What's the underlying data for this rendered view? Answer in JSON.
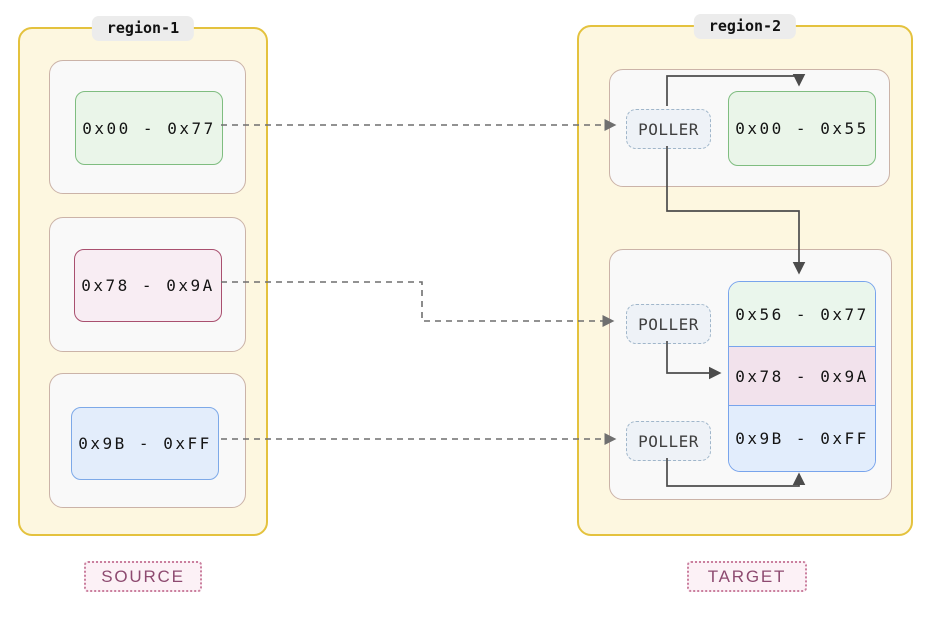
{
  "source": {
    "title": "region-1",
    "caption": "SOURCE",
    "blocks": [
      {
        "label": "0x00 - 0x77",
        "color": "green"
      },
      {
        "label": "0x78 - 0x9A",
        "color": "pink"
      },
      {
        "label": "0x9B - 0xFF",
        "color": "blue"
      }
    ]
  },
  "target": {
    "title": "region-2",
    "caption": "TARGET",
    "pollers": [
      {
        "label": "POLLER"
      },
      {
        "label": "POLLER"
      },
      {
        "label": "POLLER"
      }
    ],
    "top_block": {
      "label": "0x00 - 0x55",
      "color": "green"
    },
    "stacked": [
      {
        "label": "0x56 - 0x77",
        "color": "green"
      },
      {
        "label": "0x78 - 0x9A",
        "color": "pink"
      },
      {
        "label": "0x9B - 0xFF",
        "color": "blue"
      }
    ]
  },
  "edges": {
    "dashed": [
      "source 0x00-0x77 -> poller-1",
      "source 0x78-0x9A -> poller-2",
      "source 0x9B-0xFF -> poller-3"
    ],
    "solid": [
      "poller-1 -> 0x00-0x55",
      "poller-1 -> 0x56-0x77",
      "poller-2 -> 0x78-0x9A",
      "poller-3 -> 0x9B-0xFF"
    ]
  },
  "colors": {
    "region_fill": "#fdf7e0",
    "region_border": "#e4c23e",
    "group_fill": "#f9f9f9",
    "group_border": "#cbb3a8",
    "green_fill": "#eaf5e9",
    "green_border": "#7fbd80",
    "pink_fill": "#f8edf3",
    "pink_border": "#a9506f",
    "blue_fill": "#e3edfb",
    "blue_border": "#7da9e8",
    "stacked_border": "#78a4ec",
    "poller_fill": "#eef2f7",
    "poller_border": "#a0b6ca",
    "caption_fill": "#fcf1f6",
    "caption_border": "#ca7f9e",
    "caption_text": "#8d4a70",
    "title_pill_fill": "#ececec",
    "dashed_edge": "#6f6f6f",
    "solid_edge": "#4c4c4c"
  }
}
